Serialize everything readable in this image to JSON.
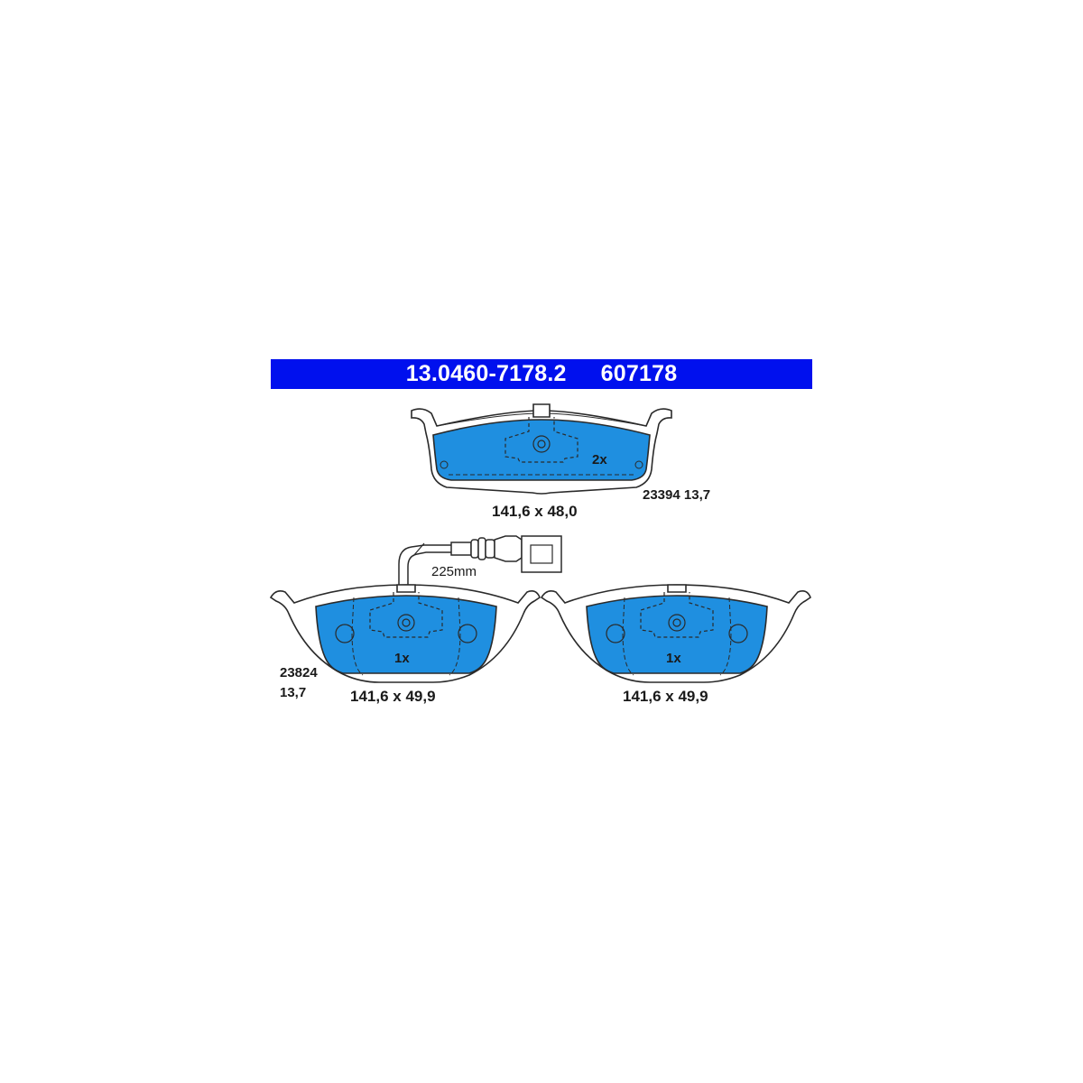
{
  "header": {
    "part_number": "13.0460-7178.2",
    "ref_number": "607178"
  },
  "colors": {
    "header_bg": "#0010ee",
    "header_text": "#ffffff",
    "pad_fill": "#1f8fe0",
    "outline": "#2a2a2a"
  },
  "pads": {
    "top": {
      "quantity": "2x",
      "dimensions": "141,6 x 48,0",
      "code": "23394 13,7"
    },
    "bottom_left": {
      "quantity": "1x",
      "dimensions": "141,6 x 49,9",
      "code_line1": "23824",
      "code_line2": "13,7"
    },
    "bottom_right": {
      "quantity": "1x",
      "dimensions": "141,6 x 49,9"
    }
  },
  "sensor": {
    "length_label": "225mm"
  }
}
